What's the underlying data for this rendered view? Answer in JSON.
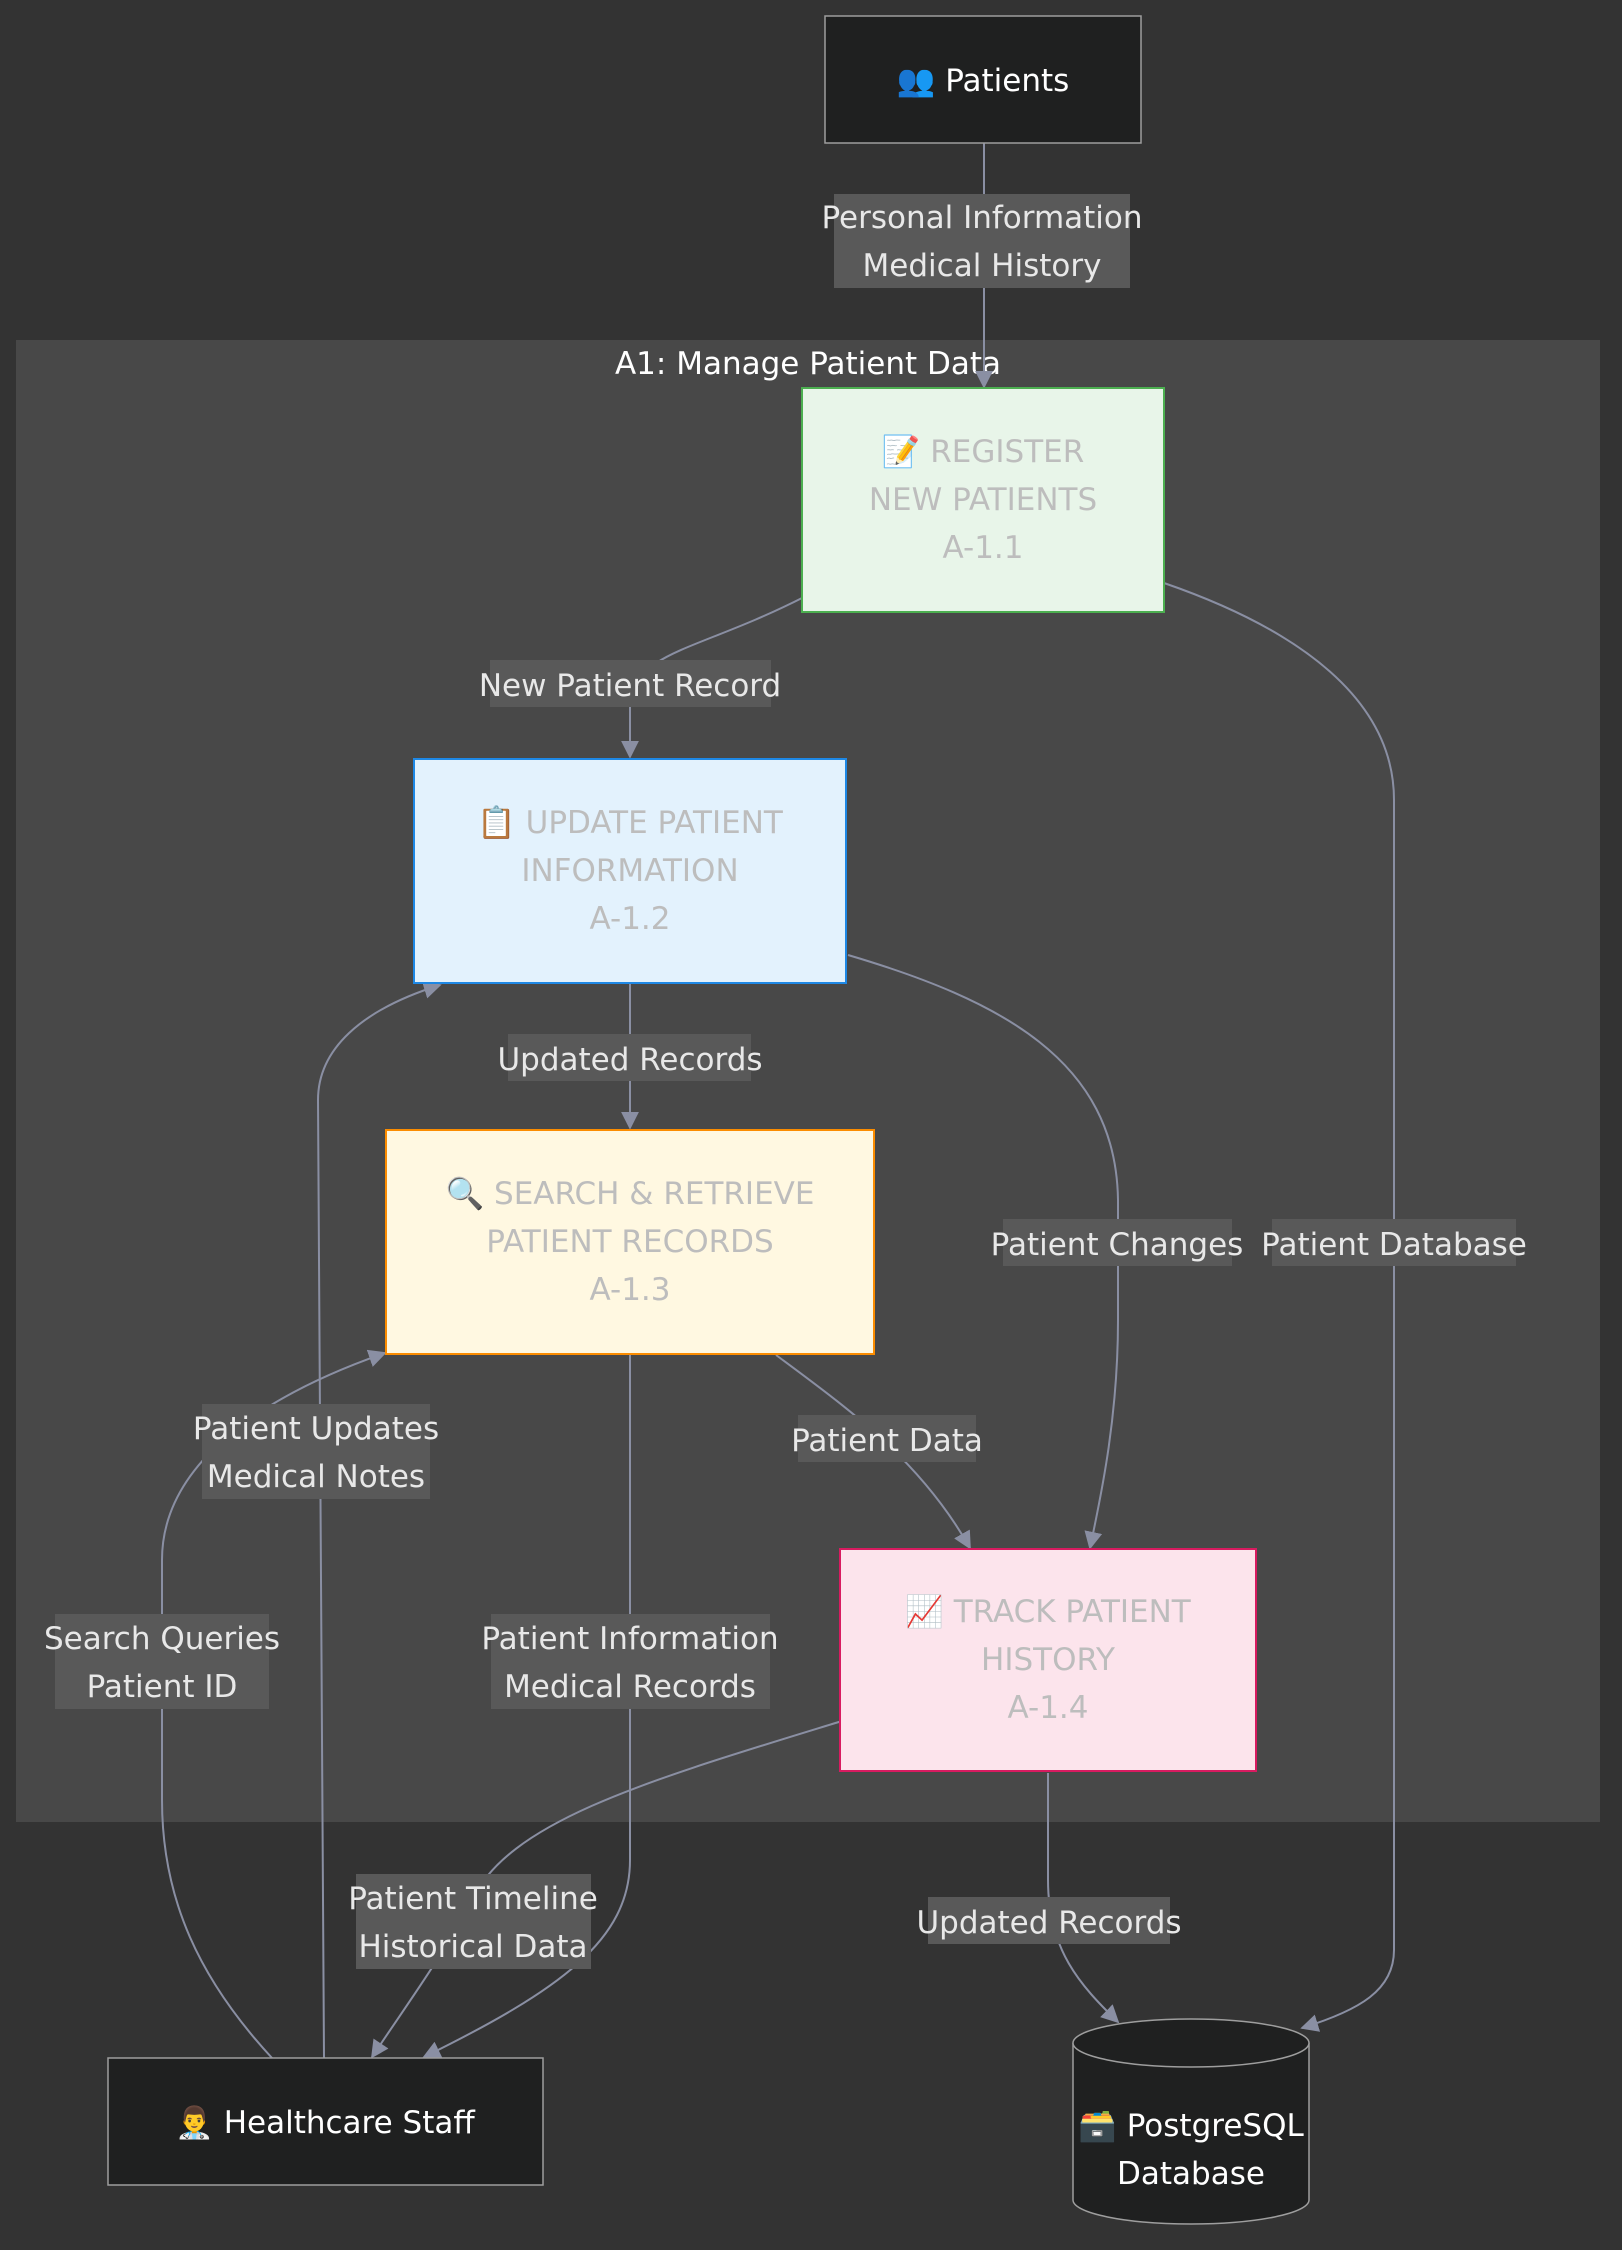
{
  "subgraph": {
    "title": "A1: Manage Patient Data"
  },
  "colors": {
    "background": "#333333",
    "subgraph_fill": "#484848",
    "external_fill": "#1f2020",
    "edge": "#8a8fa3",
    "label_bg": "#595959",
    "register_fill": "#e8f5e9",
    "register_border": "#4caf50",
    "update_fill": "#e3f2fd",
    "update_border": "#1e88e5",
    "search_fill": "#fff8e1",
    "search_border": "#fb8c00",
    "track_fill": "#fce4ec",
    "track_border": "#d81b60",
    "process_text": "#bdbdbd"
  },
  "nodes": {
    "patients": {
      "icon": "👥",
      "label": "Patients"
    },
    "register": {
      "icon": "📝",
      "line1": "REGISTER",
      "line2": "NEW PATIENTS",
      "code": "A-1.1"
    },
    "update": {
      "icon": "📋",
      "line1": "UPDATE PATIENT",
      "line2": "INFORMATION",
      "code": "A-1.2"
    },
    "search": {
      "icon": "🔍",
      "line1": "SEARCH & RETRIEVE",
      "line2": "PATIENT RECORDS",
      "code": "A-1.3"
    },
    "track": {
      "icon": "📈",
      "line1": "TRACK PATIENT",
      "line2": "HISTORY",
      "code": "A-1.4"
    },
    "staff": {
      "icon": "👨‍⚕️",
      "label": "Healthcare Staff"
    },
    "database": {
      "icon": "🗃️",
      "line1": "PostgreSQL",
      "line2": "Database"
    }
  },
  "edges": {
    "patients_to_register": [
      "Personal Information",
      "Medical History"
    ],
    "register_to_update": [
      "New Patient Record"
    ],
    "update_to_search": [
      "Updated Records"
    ],
    "update_to_track": [
      "Patient Changes"
    ],
    "register_to_db": [
      "Patient Database"
    ],
    "search_to_track": [
      "Patient Data"
    ],
    "staff_to_search": [
      "Patient Updates",
      "Medical Notes"
    ],
    "staff_to_update": [
      "Search Queries",
      "Patient ID"
    ],
    "search_to_staff": [
      "Patient Information",
      "Medical Records"
    ],
    "track_to_staff": [
      "Patient Timeline",
      "Historical Data"
    ],
    "track_to_db": [
      "Updated Records"
    ]
  }
}
